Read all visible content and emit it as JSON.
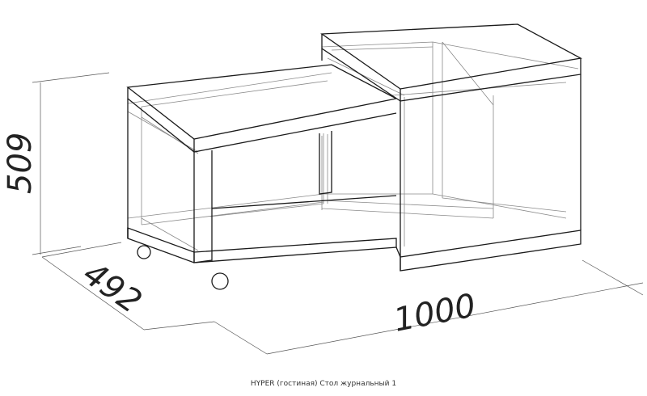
{
  "dimensions": {
    "height": "509",
    "depth": "492",
    "width": "1000"
  },
  "caption": "HYPER (гостиная) Стол журнальный 1"
}
